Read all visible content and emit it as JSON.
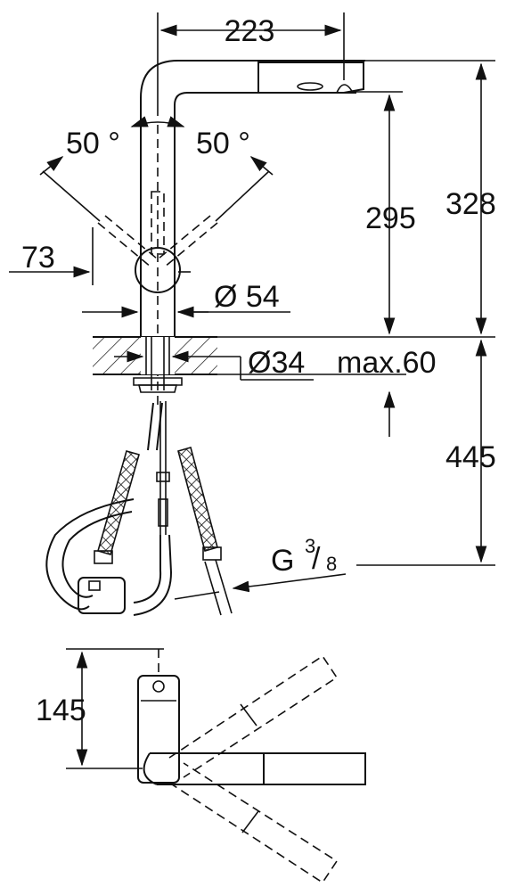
{
  "dimensions": {
    "spout_reach": "223",
    "angle_left": "50 °",
    "angle_right": "50 °",
    "offset_left": "73",
    "body_diameter": "Ø 54",
    "hole_diameter": "Ø34",
    "max_thickness": "max.60",
    "height_to_spout": "295",
    "total_height": "328",
    "below_counter": "445",
    "connection": "G",
    "connection_num": "3",
    "connection_den": "8",
    "top_view_depth": "145"
  }
}
